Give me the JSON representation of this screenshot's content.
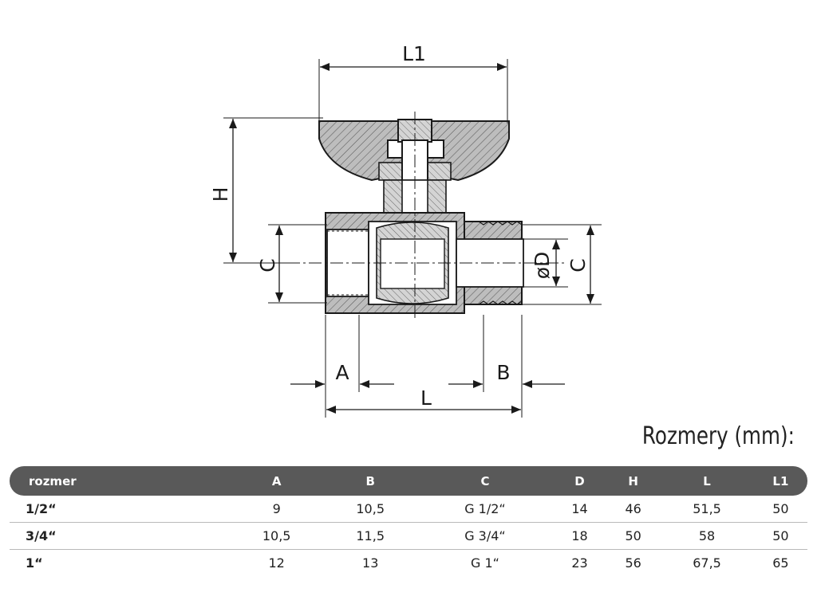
{
  "drawing": {
    "labels": {
      "l1": "L1",
      "h": "H",
      "c_left": "C",
      "d": "øD",
      "c_right": "C",
      "a": "A",
      "b": "B",
      "l": "L"
    }
  },
  "section_title": "Rozmery (mm):",
  "table": {
    "headers": [
      "rozmer",
      "A",
      "B",
      "C",
      "D",
      "H",
      "L",
      "L1"
    ],
    "rows": [
      [
        "1/2“",
        "9",
        "10,5",
        "G 1/2“",
        "14",
        "46",
        "51,5",
        "50"
      ],
      [
        "3/4“",
        "10,5",
        "11,5",
        "G 3/4“",
        "18",
        "50",
        "58",
        "50"
      ],
      [
        "1“",
        "12",
        "13",
        "G 1“",
        "23",
        "56",
        "67,5",
        "65"
      ]
    ]
  }
}
